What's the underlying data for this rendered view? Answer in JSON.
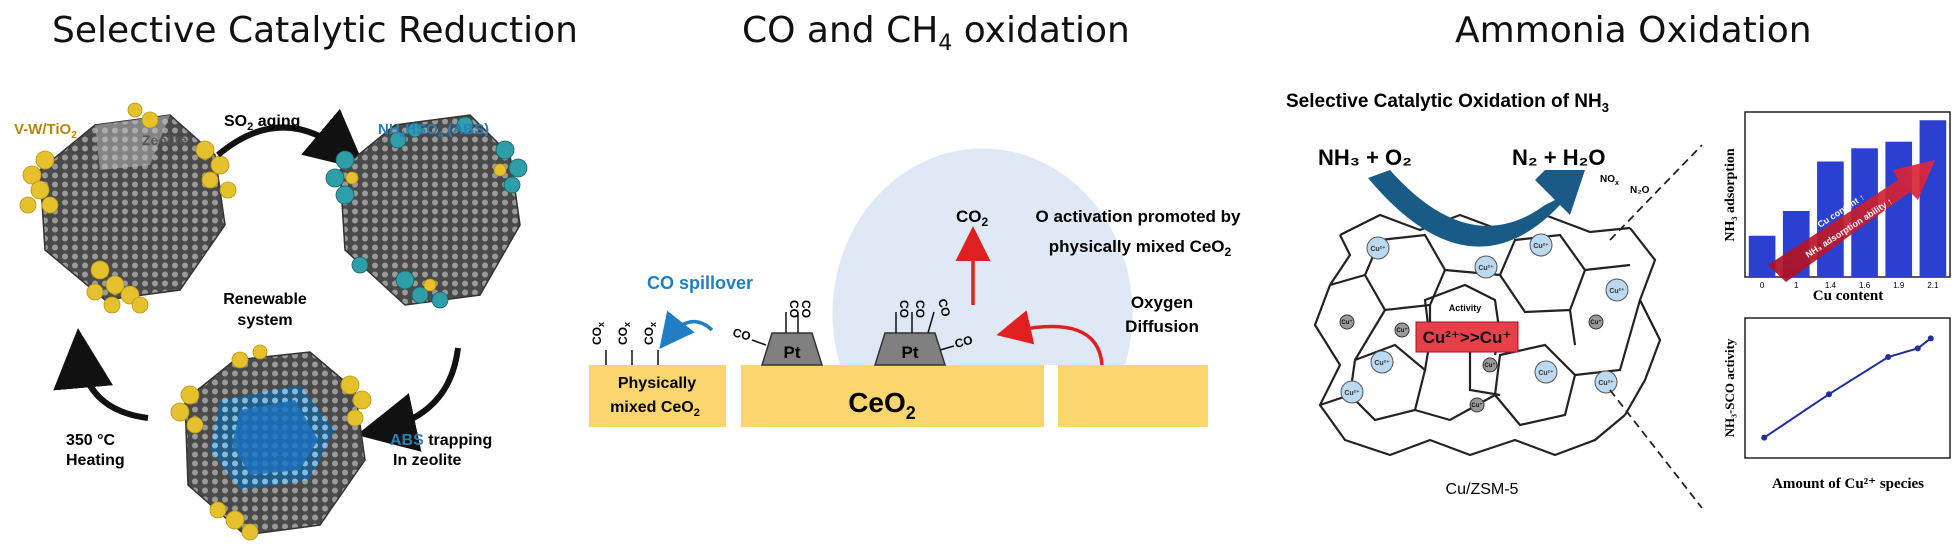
{
  "titles": {
    "scr": "Selective Catalytic Reduction",
    "co_ch4_main": "CO and CH",
    "co_ch4_sub": "4",
    "co_ch4_tail": " oxidation",
    "ammonia": "Ammonia Oxidation"
  },
  "scr_panel": {
    "vw_tio2_main": "V-W/TiO",
    "vw_tio2_sub": "2",
    "zeolite": "Zeolite",
    "so2_aging_a": "SO",
    "so2_aging_sub": "2",
    "so2_aging_b": " aging",
    "abs_a": "NH",
    "abs_sub1": "4",
    "abs_b": "HSO",
    "abs_sub2": "4",
    "abs_c": " (ABS)",
    "renewable_1": "Renewable",
    "renewable_2": "system",
    "heating_1": "350 °C",
    "heating_2": "Heating",
    "trap_1a": "ABS",
    "trap_1b": " trapping",
    "trap_2": "In zeolite"
  },
  "co_panel": {
    "co2": "CO",
    "co2_sub": "2",
    "o_act_1": "O activation promoted by",
    "o_act_2a": "physically mixed CeO",
    "o_act_2sub": "2",
    "spillover": "CO spillover",
    "oxygen": "Oxygen",
    "diffusion": "Diffusion",
    "pt": "Pt",
    "ceo2_main": "CeO",
    "ceo2_sub": "2",
    "phys_1": "Physically",
    "phys_2a": "mixed CeO",
    "phys_2sub": "2",
    "cox": "CO",
    "cox_sub": "x",
    "co": "CO"
  },
  "nh3_panel": {
    "heading_a": "Selective Catalytic Oxidation of NH",
    "heading_sub": "3",
    "eq_left": "NH₃  +  O₂",
    "eq_right": "N₂  + H₂O",
    "nox": "NO",
    "nox_sub": "x",
    "n2o": "N₂O",
    "activity": "Activity",
    "cu_relation": "Cu²⁺>>Cu⁺",
    "cu2": "Cu²⁺",
    "cu1": "Cu⁺",
    "zeolite": "Cu/ZSM-5",
    "arrow_1": "Cu content ↑",
    "arrow_2": "NH₃ adsorption ability ↑",
    "bar_ylabel": "NH₃ adsorption",
    "bar_xlabel": "Cu content",
    "line_ylabel": "NH₃-SCO activity",
    "line_xlabel": "Amount of Cu²⁺ species"
  },
  "chart_data": [
    {
      "type": "bar",
      "categories": [
        "0",
        "1",
        "1.4",
        "1.6",
        "1.9",
        "2.1"
      ],
      "values": [
        0.25,
        0.4,
        0.7,
        0.78,
        0.82,
        0.95
      ],
      "title": "",
      "xlabel": "Cu content",
      "ylabel": "NH₃ adsorption",
      "ylim": [
        0,
        1
      ]
    },
    {
      "type": "line",
      "x": [
        0.05,
        0.4,
        0.72,
        0.88,
        0.95
      ],
      "y": [
        0.1,
        0.45,
        0.75,
        0.82,
        0.9
      ],
      "title": "",
      "xlabel": "Amount of Cu²⁺ species",
      "ylabel": "NH₃-SCO activity",
      "xlim": [
        0,
        1
      ],
      "ylim": [
        0,
        1
      ]
    }
  ],
  "colors": {
    "ceo2": "#fbd66e",
    "pt": "#808080",
    "red_arrow": "#e02020",
    "spill_blue": "#1f7ec6",
    "halo": "#dfe9f5",
    "bar_blue": "#2b3fd0",
    "nh3_arrow": "#1a5a86",
    "abs_blue": "#2980b9",
    "vw_gold": "#b8860b"
  }
}
